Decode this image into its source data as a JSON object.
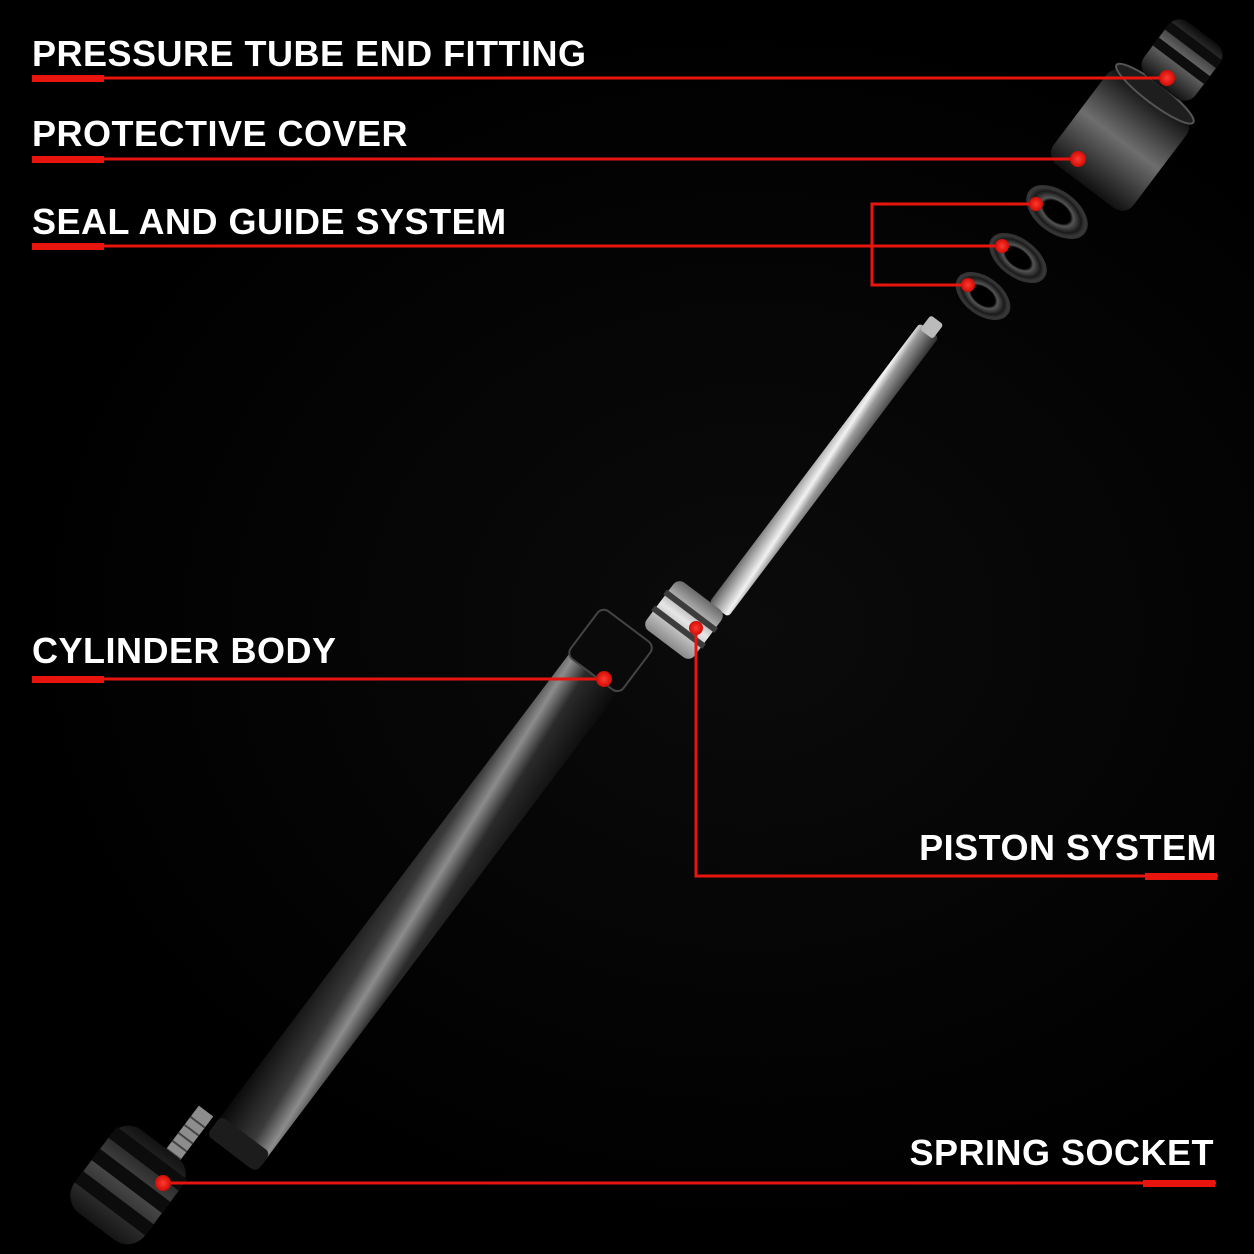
{
  "colors": {
    "background": "#000000",
    "accent": "#e8150f",
    "text": "#ffffff"
  },
  "labels": {
    "pressure_tube_end_fitting": "PRESSURE TUBE END FITTING",
    "protective_cover": "PROTECTIVE COVER",
    "seal_and_guide_system": "SEAL AND GUIDE SYSTEM",
    "cylinder_body": "CYLINDER BODY",
    "piston_system": "PISTON SYSTEM",
    "spring_socket": "SPRING SOCKET"
  }
}
